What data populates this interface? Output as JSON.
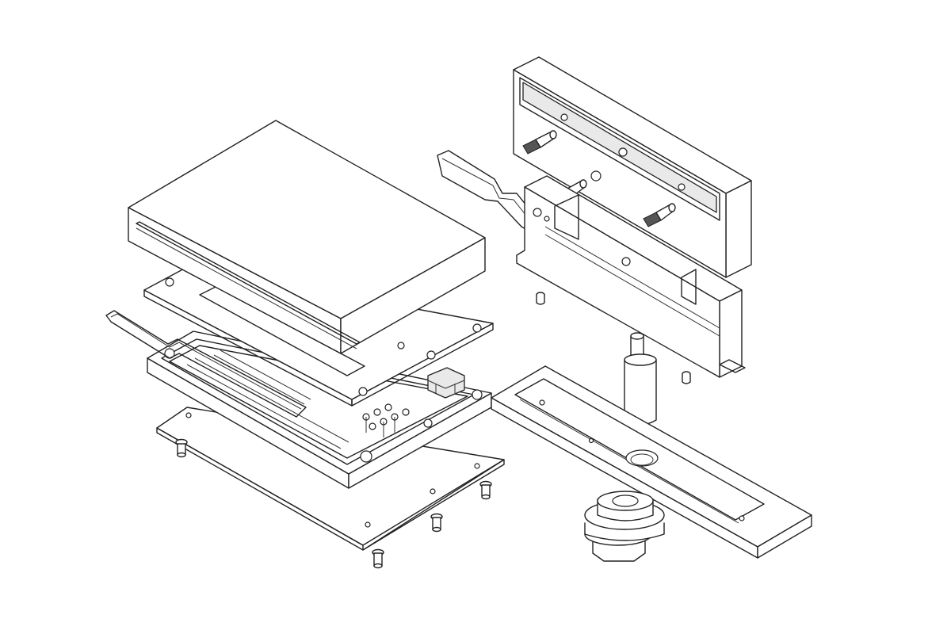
{
  "figure": {
    "kind": "exploded isometric line drawing",
    "palette": {
      "line": "#222222",
      "fill": "#ffffff",
      "shade": "#e9e9e9",
      "accent": "#555555"
    },
    "parts": [
      "top-cover-block",
      "upper-plate",
      "left-gasket",
      "housing-frame",
      "bottom-plate",
      "bottom-screws",
      "back-clamp-block",
      "right-gasket",
      "lower-clamp-block",
      "vertical-pin",
      "base-rail",
      "flange-nut"
    ]
  }
}
